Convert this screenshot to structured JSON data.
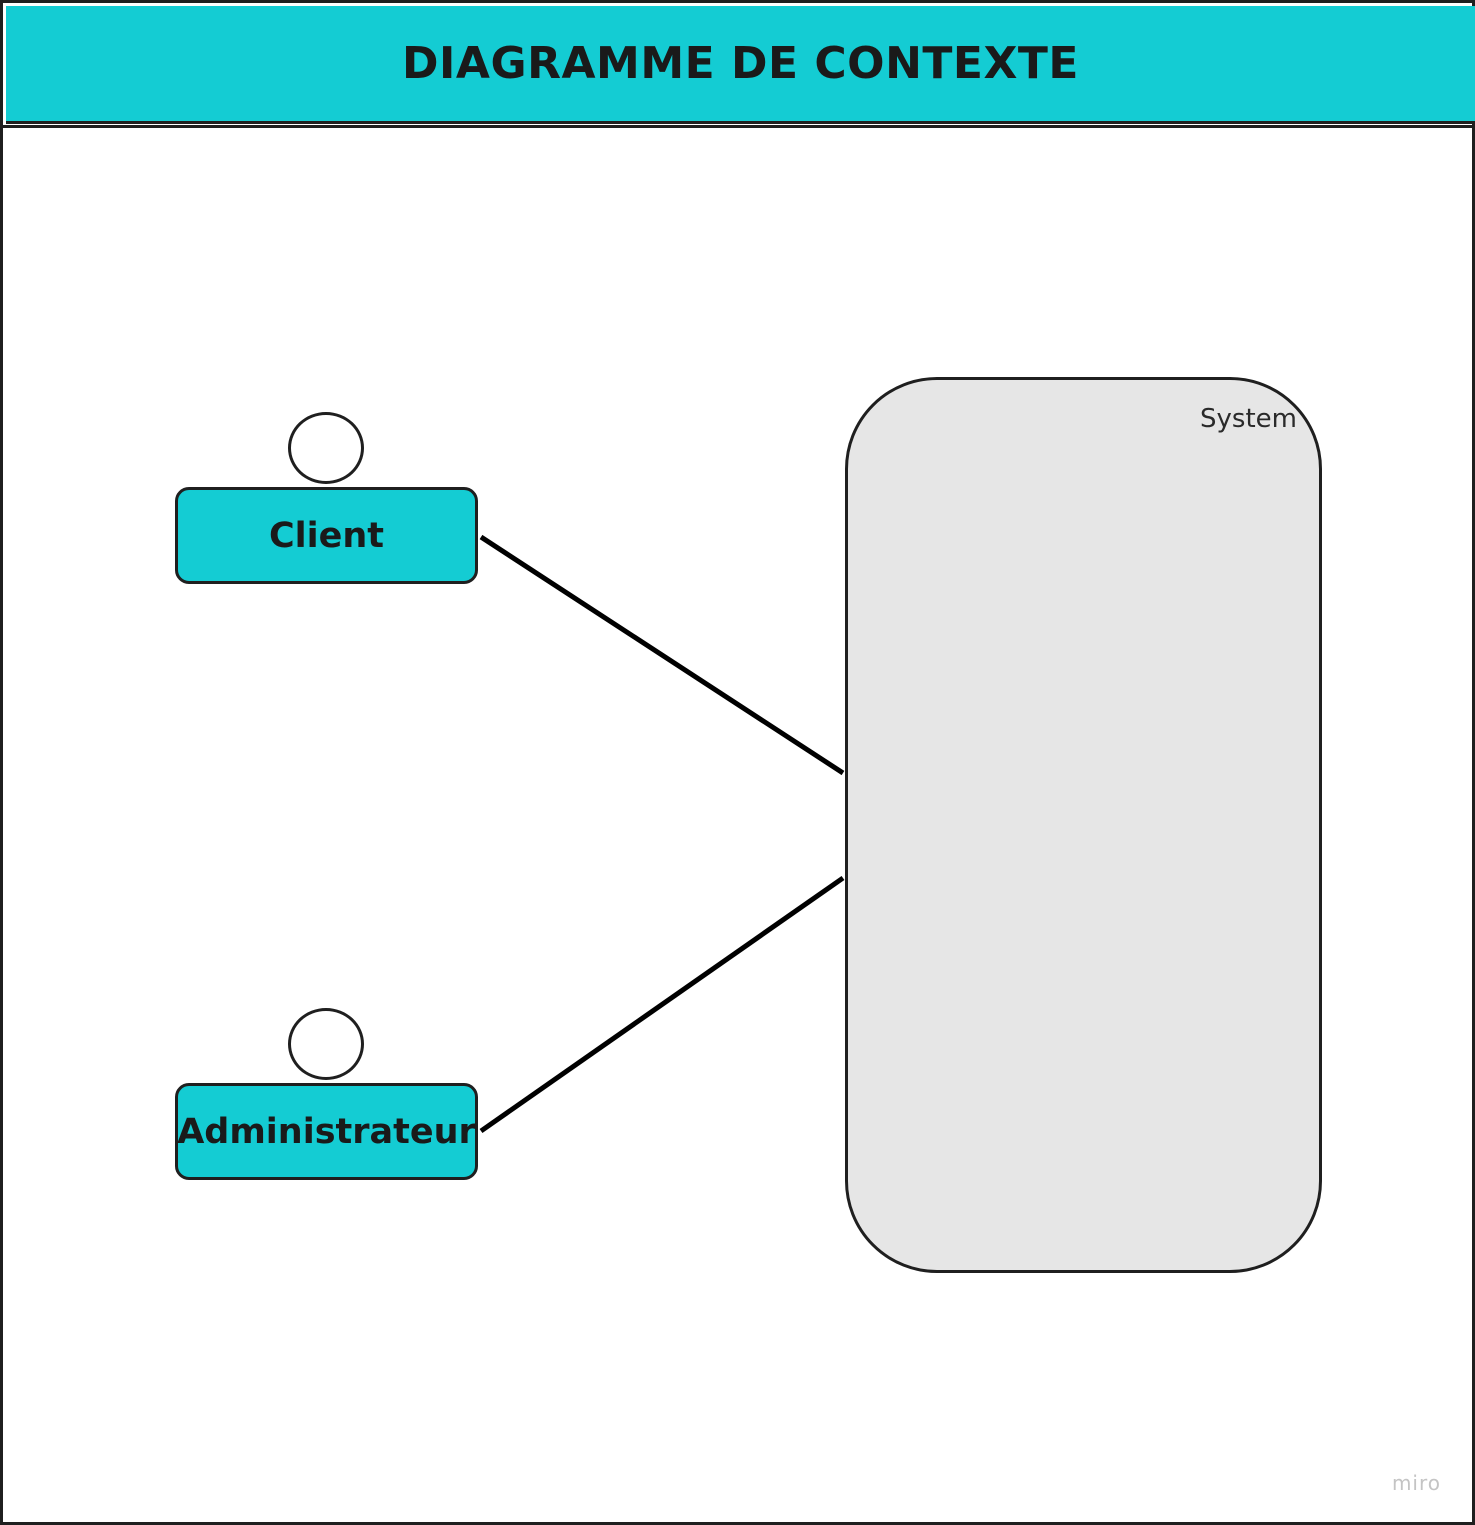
{
  "title": "DIAGRAMME DE CONTEXTE",
  "actors": [
    {
      "label": "Client"
    },
    {
      "label": "Administrateur"
    }
  ],
  "system": {
    "label": "System"
  },
  "watermark": "miro",
  "colors": {
    "accent": "#14ccd3",
    "system_fill": "#e6e6e6",
    "stroke": "#1f1f1f"
  }
}
